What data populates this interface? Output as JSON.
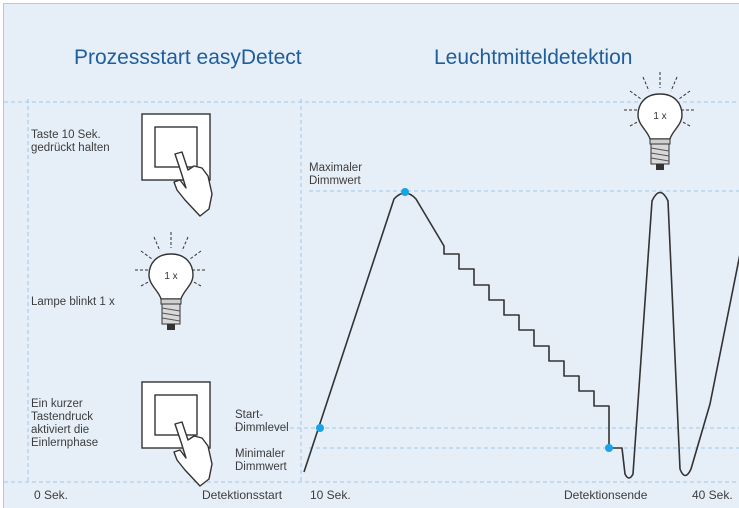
{
  "headings": {
    "left": "Prozessstart easyDetect",
    "right": "Leuchtmitteldetektion"
  },
  "steps": {
    "press_hold": "Taste 10 Sek.\ngedrückt halten",
    "lamp_blink": "Lampe blinkt 1 x",
    "short_press": "Ein kurzer\nTastendruck\naktiviert die\nEinlernphase"
  },
  "levels": {
    "max": "Maximaler\nDimmwert",
    "start": "Start-\nDimmlevel",
    "min": "Minimaler\nDimmwert"
  },
  "time_axis": {
    "t0": "0 Sek.",
    "detection_start": "Detektionsstart",
    "t10": "10 Sek.",
    "detection_end": "Detektionsende",
    "t40": "40 Sek."
  },
  "bulb_badge": "1 x",
  "colors": {
    "background": "#e6eef7",
    "heading": "#1f5e9c",
    "marker": "#1aa3e8",
    "guide": "#9ec8e6",
    "curve": "#333333"
  },
  "icons": [
    "wall-switch-icon",
    "pointing-hand-icon",
    "light-bulb-icon"
  ]
}
